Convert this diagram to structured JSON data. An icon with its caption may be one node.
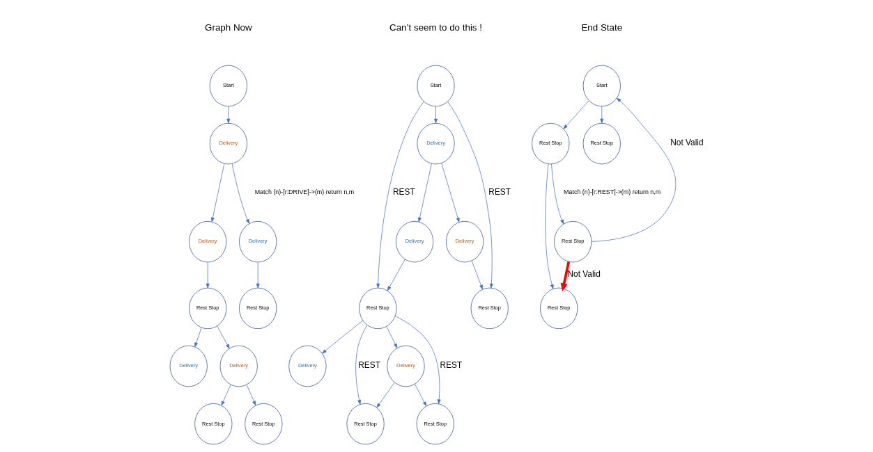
{
  "diagram": {
    "nodes": [
      {
        "text": [
          "Start"
        ]
      },
      {
        "text": [
          "Delivery"
        ]
      },
      {
        "text": [
          "Delivery"
        ]
      },
      {
        "text": [
          "Delivery"
        ]
      },
      {
        "text": [
          "Rest Stop"
        ]
      },
      {
        "text": [
          "Rest Stop"
        ]
      },
      {
        "text": [
          "Delivery"
        ]
      },
      {
        "text": [
          "Delivery"
        ]
      },
      {
        "text": [
          "Rest Stop"
        ]
      },
      {
        "text": [
          "Rest Stop"
        ]
      },
      {
        "text": [
          "Start"
        ]
      },
      {
        "text": [
          "Delivery"
        ]
      },
      {
        "text": [
          "Delivery"
        ]
      },
      {
        "text": [
          "Delivery"
        ]
      },
      {
        "text": [
          "Rest Stop"
        ]
      },
      {
        "text": [
          "Rest Stop"
        ]
      },
      {
        "text": [
          "Delivery"
        ]
      },
      {
        "text": [
          "Delivery"
        ]
      },
      {
        "text": [
          "Rest Stop"
        ]
      },
      {
        "text": [
          "Rest Stop"
        ]
      },
      {
        "text": [
          "Start"
        ]
      },
      {
        "text": [
          "Rest Stop"
        ]
      },
      {
        "text": [
          "Rest Stop"
        ]
      },
      {
        "text": [
          "Rest Stop"
        ]
      },
      {
        "text": [
          "Rest Stop"
        ]
      }
    ],
    "edges": [
      {
        "from": 0,
        "to": 1,
        "arrow": "to"
      },
      {
        "from": 1,
        "to": 2,
        "arrow": "to"
      },
      {
        "from": 1,
        "to": 3,
        "arrow": "to"
      },
      {
        "from": 2,
        "to": 4,
        "arrow": "to"
      },
      {
        "from": 3,
        "to": 5,
        "arrow": "to"
      },
      {
        "from": 4,
        "to": 6,
        "arrow": "to"
      },
      {
        "from": 4,
        "to": 7,
        "arrow": "to"
      },
      {
        "from": 7,
        "to": 8,
        "arrow": "to"
      },
      {
        "from": 7,
        "to": 9,
        "arrow": "to"
      },
      {
        "from": 10,
        "to": 11,
        "arrow": "to"
      },
      {
        "from": 10,
        "to": 14,
        "arrow": "to",
        "label": "REST"
      },
      {
        "from": 10,
        "to": 15,
        "arrow": "to",
        "label": "REST"
      },
      {
        "from": 11,
        "to": 12,
        "arrow": "to"
      },
      {
        "from": 11,
        "to": 13,
        "arrow": "to"
      },
      {
        "from": 12,
        "to": 14,
        "arrow": "to"
      },
      {
        "from": 13,
        "to": 15,
        "arrow": "to"
      },
      {
        "from": 14,
        "to": 16,
        "arrow": "to"
      },
      {
        "from": 14,
        "to": 17,
        "arrow": "to"
      },
      {
        "from": 14,
        "to": 18,
        "arrow": "to",
        "label": "REST"
      },
      {
        "from": 14,
        "to": 19,
        "arrow": "to",
        "label": "REST"
      },
      {
        "from": 17,
        "to": 18,
        "arrow": "to"
      },
      {
        "from": 17,
        "to": 19,
        "arrow": "to"
      },
      {
        "from": 23,
        "to": 20,
        "arrow": "to",
        "label": "Not Valid"
      },
      {
        "from": 20,
        "to": 21,
        "arrow": "to"
      },
      {
        "from": 20,
        "to": 22,
        "arrow": "to"
      },
      {
        "from": 21,
        "to": 23,
        "arrow": "to"
      },
      {
        "from": 21,
        "to": 24,
        "arrow": "to"
      },
      {
        "from": 23,
        "to": 24,
        "arrow": "to",
        "label": "Not Valid",
        "style": "thick",
        "color": "#ff0000"
      }
    ],
    "labels": [
      "Graph Now",
      "Can’t seem to do this !",
      "End State",
      "Match (n)-[r:DRIVE]->(m) return n,m",
      "Match (n)-[r:REST]->(m) return n,m"
    ]
  }
}
